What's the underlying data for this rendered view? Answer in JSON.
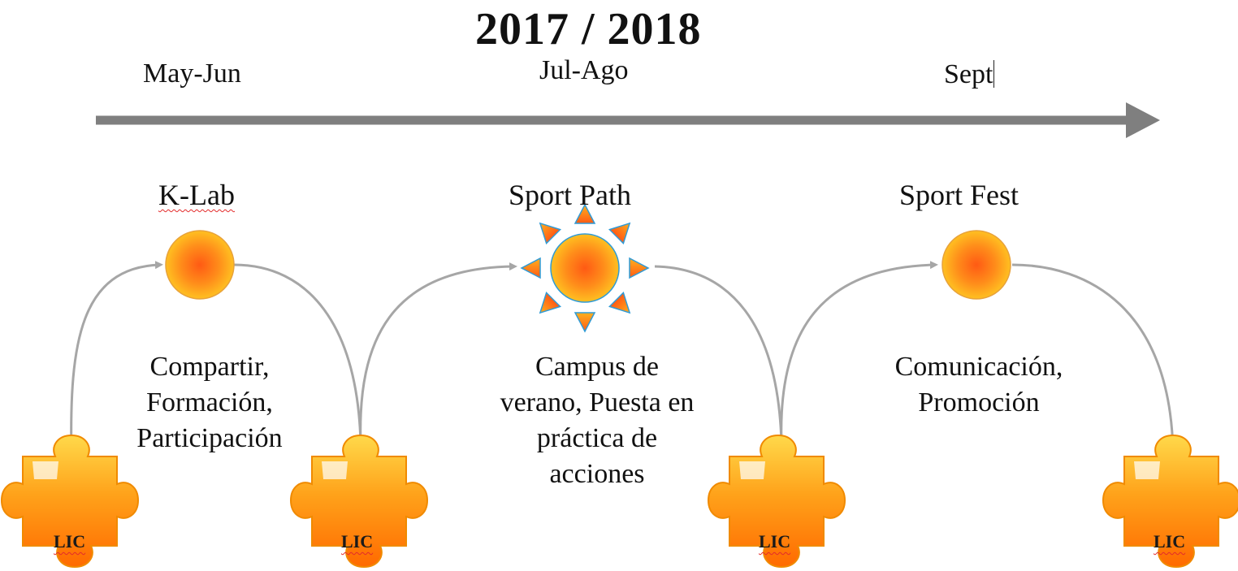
{
  "title": "2017  / 2018",
  "periods": [
    "May-Jun",
    "Jul-Ago",
    "Sept"
  ],
  "milestones": [
    {
      "label": "K-Lab",
      "shape": "circle"
    },
    {
      "label": "Sport Path",
      "shape": "sun"
    },
    {
      "label": "Sport Fest",
      "shape": "circle"
    }
  ],
  "descriptions": [
    {
      "lines": [
        "Compartir,",
        "Formación,",
        "Participación"
      ]
    },
    {
      "lines": [
        "Campus de",
        "verano, Puesta en",
        "práctica de",
        "acciones"
      ]
    },
    {
      "lines": [
        "Comunicación,",
        "Promoción"
      ]
    }
  ],
  "puzzle_label": "LIC",
  "puzzle_count": 4,
  "colors": {
    "arrow": "#7f7f7f",
    "connector": "#a6a6a6",
    "circle_center": "#ff5a14",
    "circle_edge": "#ffc021",
    "puzzle_light": "#ffd94a",
    "puzzle_dark": "#ff6a00",
    "spellcheck": "#e32b2b"
  }
}
